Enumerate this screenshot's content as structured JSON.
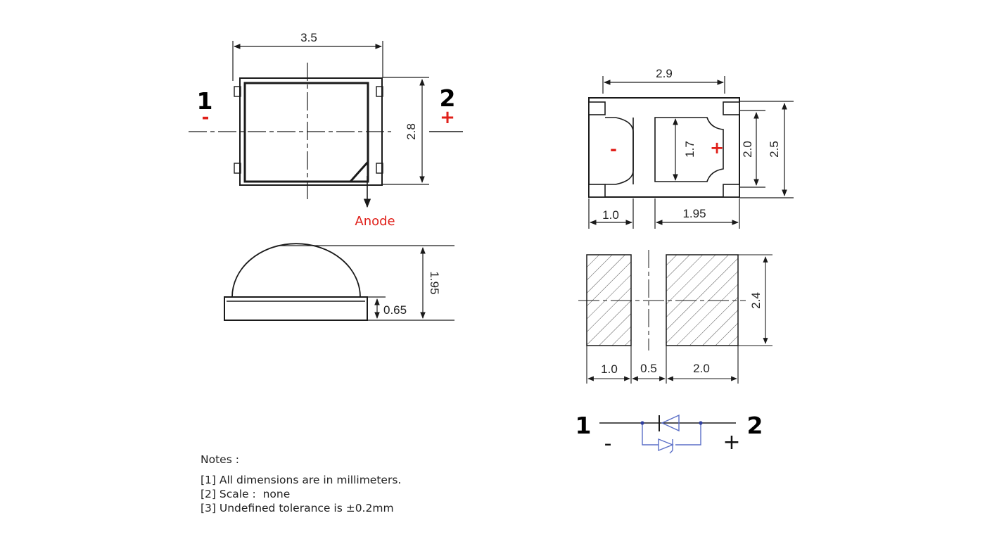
{
  "colors": {
    "line": "#1a1a1a",
    "polarity": "#e0201a",
    "schematic": "#5b6fc7"
  },
  "top_view": {
    "width_dim": "3.5",
    "height_dim": "2.8",
    "pin1": "1",
    "pin1_sign": "-",
    "pin2": "2",
    "pin2_sign": "+",
    "anode_label": "Anode"
  },
  "side_view": {
    "total_height_dim": "1.95",
    "base_height_dim": "0.65"
  },
  "bottom_view": {
    "width_dim": "2.9",
    "pad_height_dim": "1.7",
    "inner_height_dim": "2.0",
    "outer_height_dim": "2.5",
    "left_width_dim": "1.0",
    "right_width_dim": "1.95",
    "minus_sign": "-",
    "plus_sign": "+"
  },
  "land_pattern": {
    "height_dim": "2.4",
    "left_pad_dim": "1.0",
    "gap_dim": "0.5",
    "right_pad_dim": "2.0"
  },
  "schematic": {
    "pin1": "1",
    "pin1_sign": "-",
    "pin2": "2",
    "pin2_sign": "+"
  },
  "notes": {
    "title": "Notes :",
    "items": [
      "[1] All dimensions are in millimeters.",
      "[2] Scale :  none",
      "[3] Undefined tolerance is ±0.2mm"
    ]
  }
}
